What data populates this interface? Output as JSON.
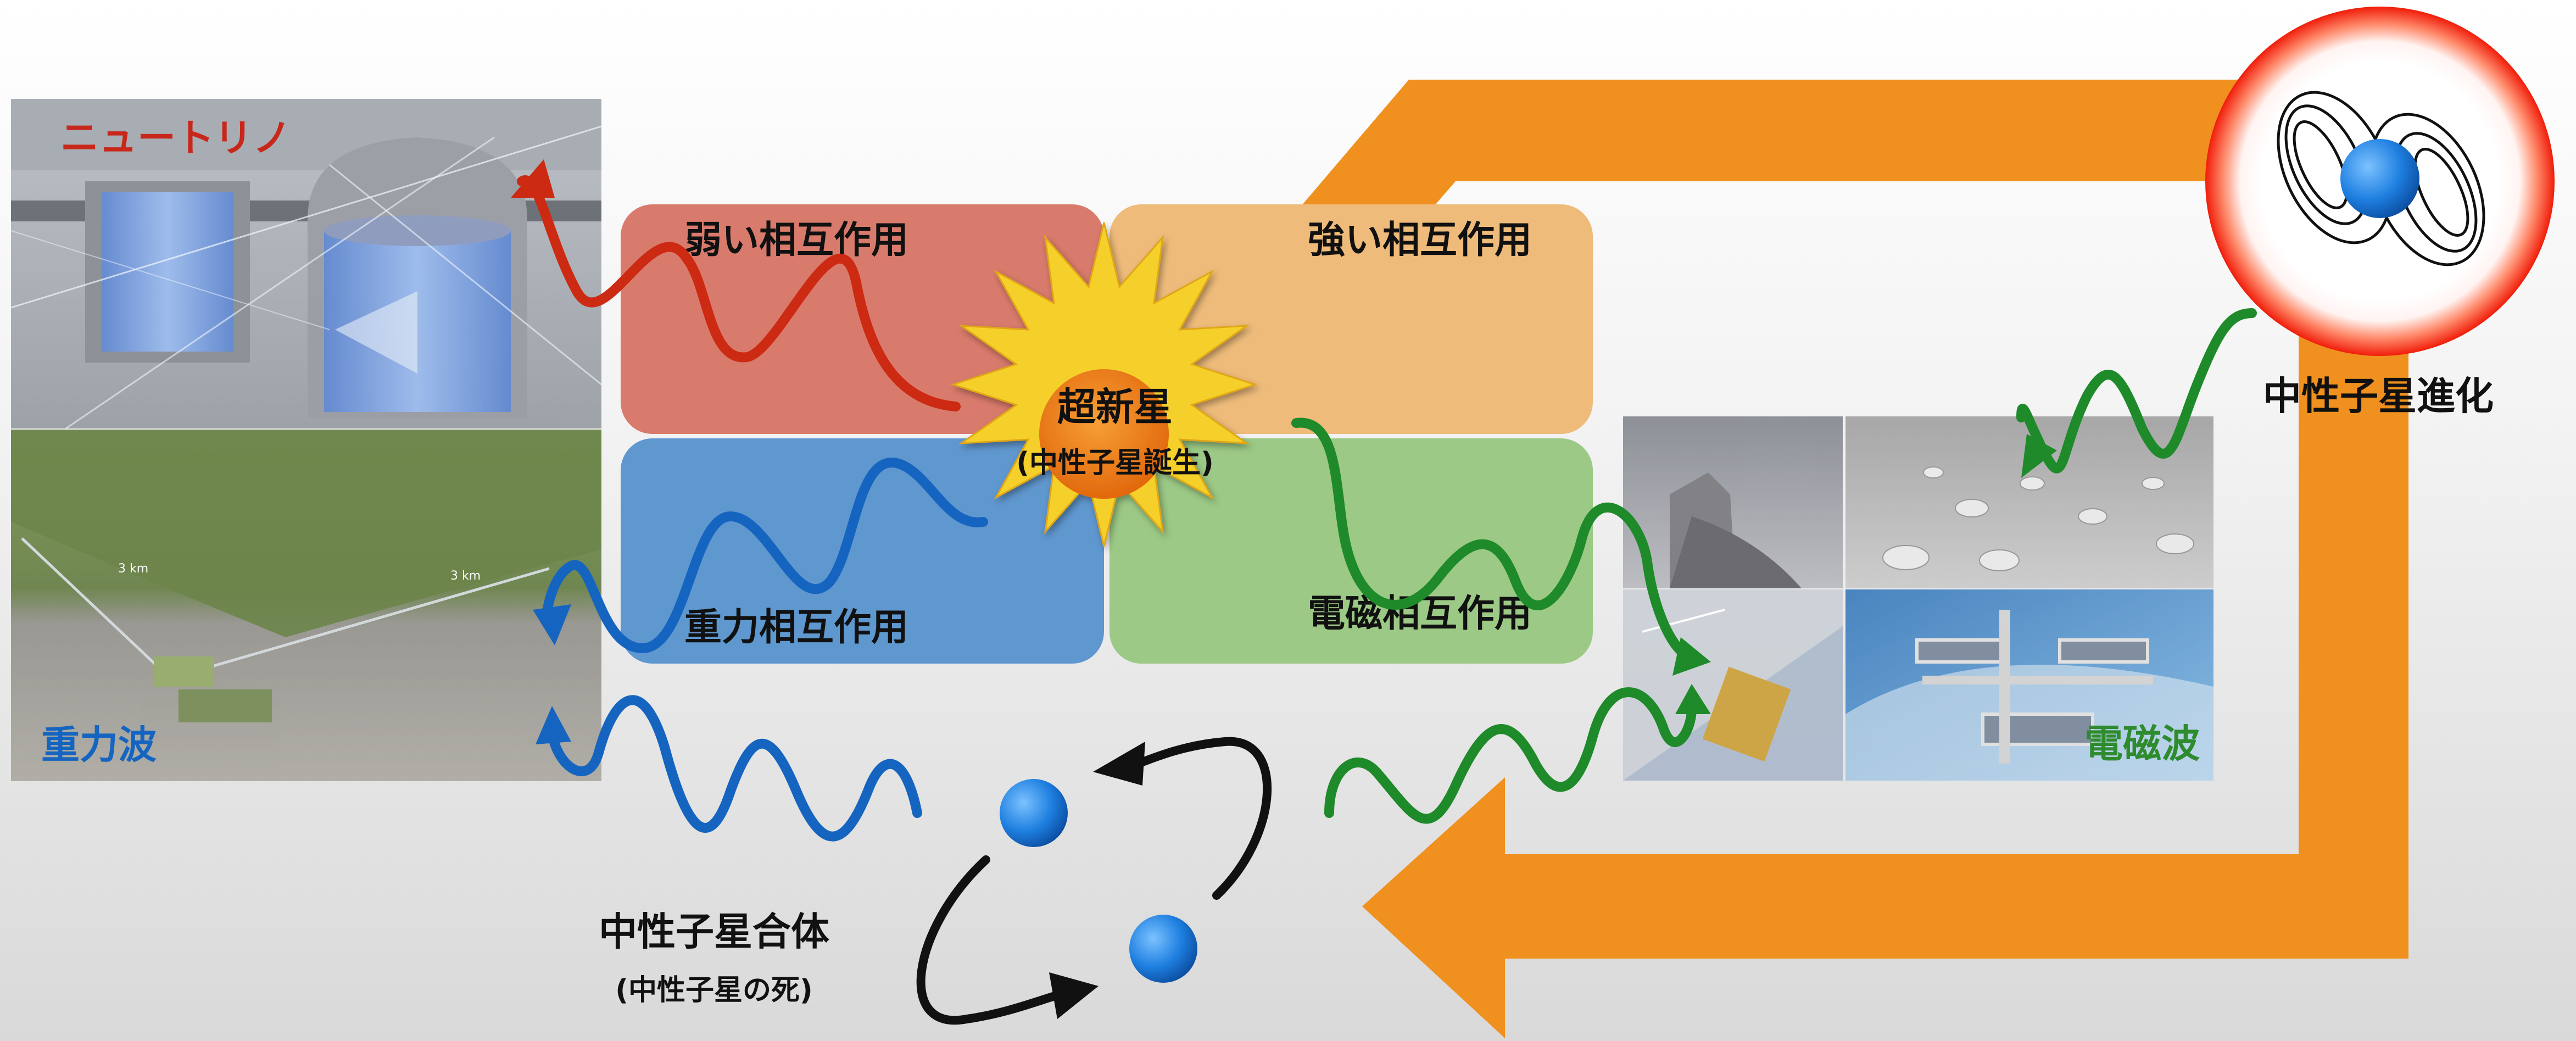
{
  "labels": {
    "neutrino": "ニュートリノ",
    "gravitational_wave": "重力波",
    "electromagnetic_wave": "電磁波",
    "weak_interaction": "弱い相互作用",
    "strong_interaction": "強い相互作用",
    "gravitational_interaction": "重力相互作用",
    "electromagnetic_interaction": "電磁相互作用",
    "supernova": "超新星",
    "supernova_sub": "(中性子星誕生)",
    "neutron_star_evolution": "中性子星進化",
    "neutron_star_merger": "中性子星合体",
    "neutron_star_merger_sub": "(中性子星の死)",
    "km_label_1": "3 km",
    "km_label_2": "3 km"
  },
  "colors": {
    "weak": "#d97b6c",
    "strong": "#eebb7a",
    "gravity": "#5f97cf",
    "em": "#9cc985",
    "sun": "#f5d02a",
    "sun_core": "#e7780f",
    "arrow": "#f0901e",
    "neutrino_text": "#c8281b",
    "gw_text": "#1565c0",
    "em_text": "#2e8b2e",
    "wave_red": "#cc2a12",
    "wave_blue": "#1565c0",
    "wave_green": "#1e8a2a",
    "star_blue": "#1e88e5"
  },
  "icons": {
    "neutron_star": "neutron-star-icon",
    "binary_star": "binary-neutron-star-icon"
  }
}
